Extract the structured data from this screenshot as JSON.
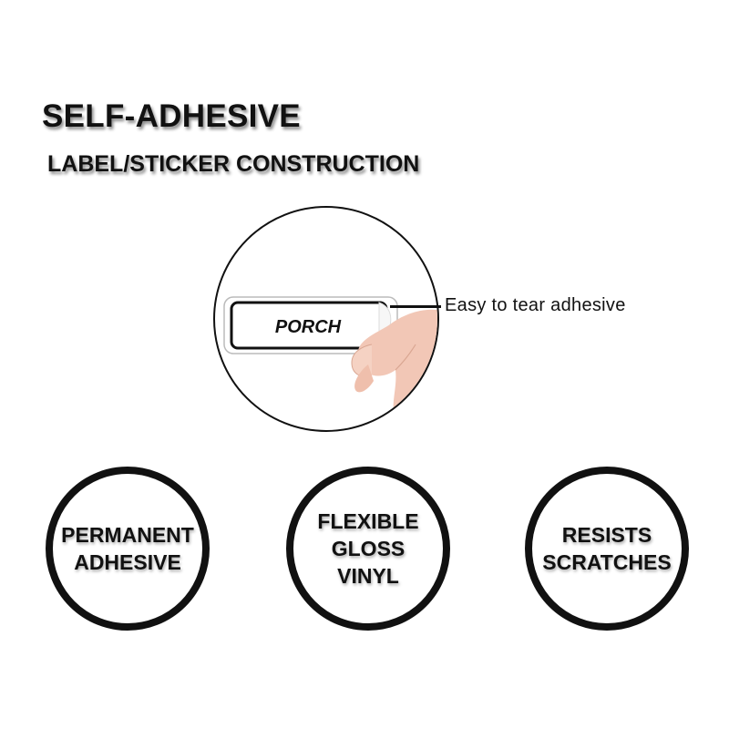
{
  "header": {
    "title": "SELF-ADHESIVE",
    "subtitle": "LABEL/STICKER CONSTRUCTION"
  },
  "illustration": {
    "label_text": "PORCH",
    "callout": "Easy to tear adhesive"
  },
  "features": [
    {
      "lines": [
        "PERMANENT",
        "ADHESIVE"
      ]
    },
    {
      "lines": [
        "FLEXIBLE",
        "GLOSS",
        "VINYL"
      ]
    },
    {
      "lines": [
        "RESISTS",
        "SCRATCHES"
      ]
    }
  ],
  "colors": {
    "ink": "#111111",
    "background": "#ffffff",
    "skin": "#f2c7b6"
  }
}
